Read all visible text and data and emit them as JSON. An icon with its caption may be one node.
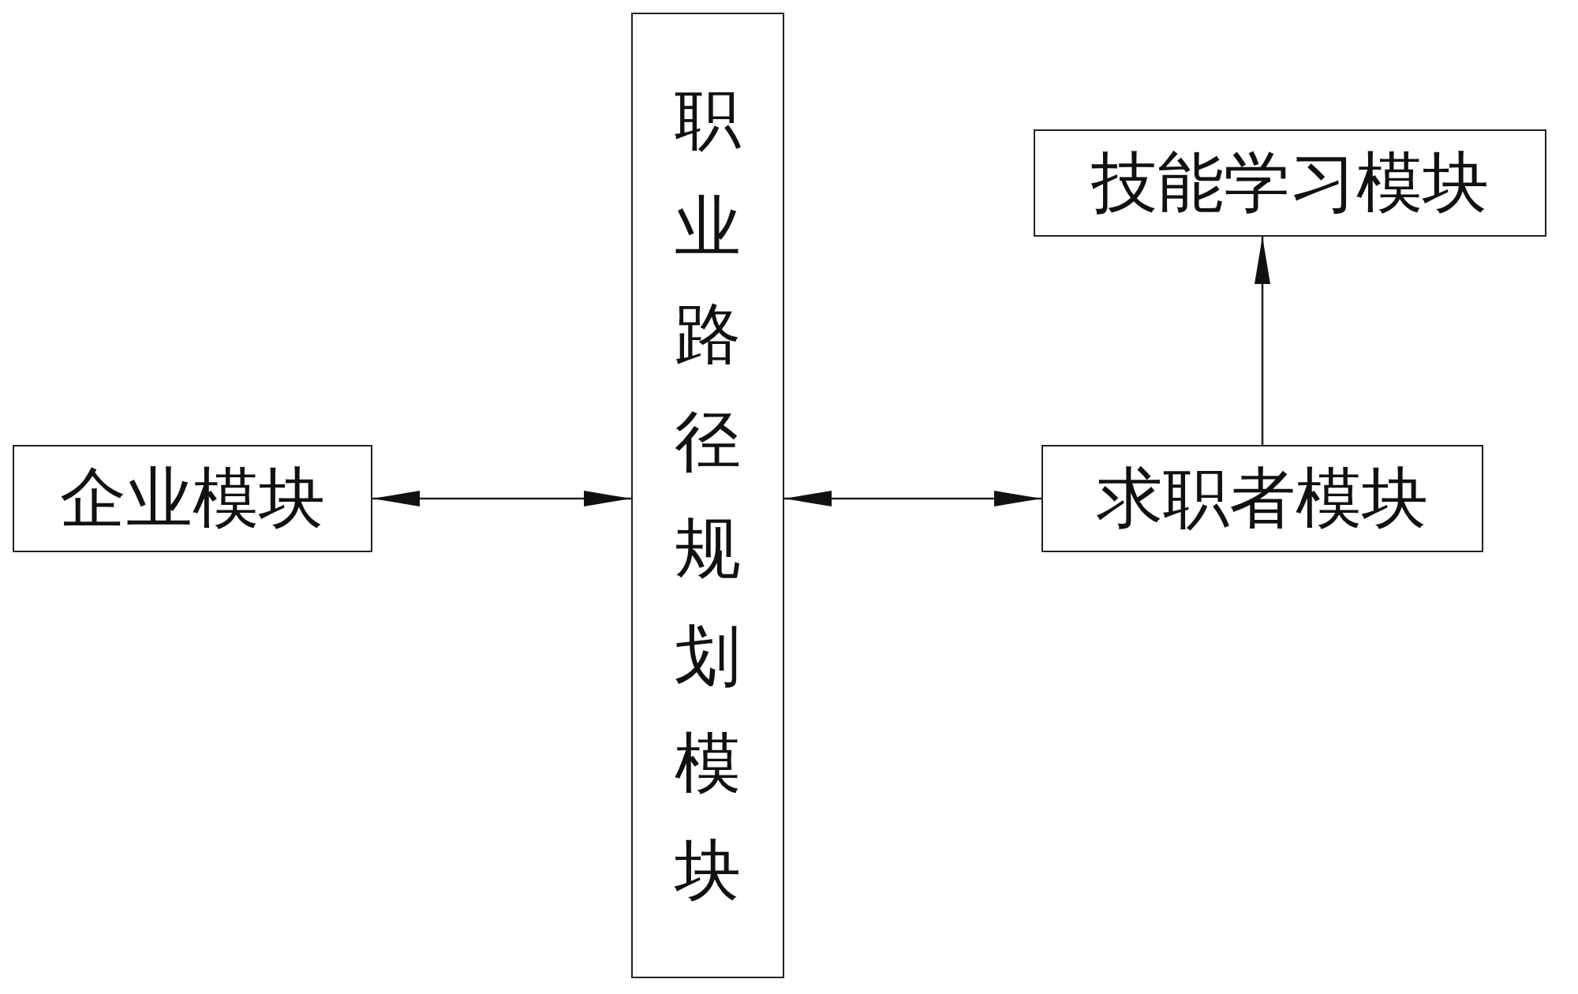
{
  "diagram": {
    "nodes": [
      {
        "text": [
          "企业模块"
        ]
      },
      {
        "text": [
          "职业路径规划模块"
        ]
      },
      {
        "text": [
          "技能学习模块"
        ]
      },
      {
        "text": [
          "求职者模块"
        ]
      }
    ],
    "edges": [
      {
        "from": 0,
        "to": 1,
        "arrow": "both"
      },
      {
        "from": 1,
        "to": 3,
        "arrow": "both"
      },
      {
        "from": 3,
        "to": 2,
        "arrow": "to"
      }
    ]
  }
}
